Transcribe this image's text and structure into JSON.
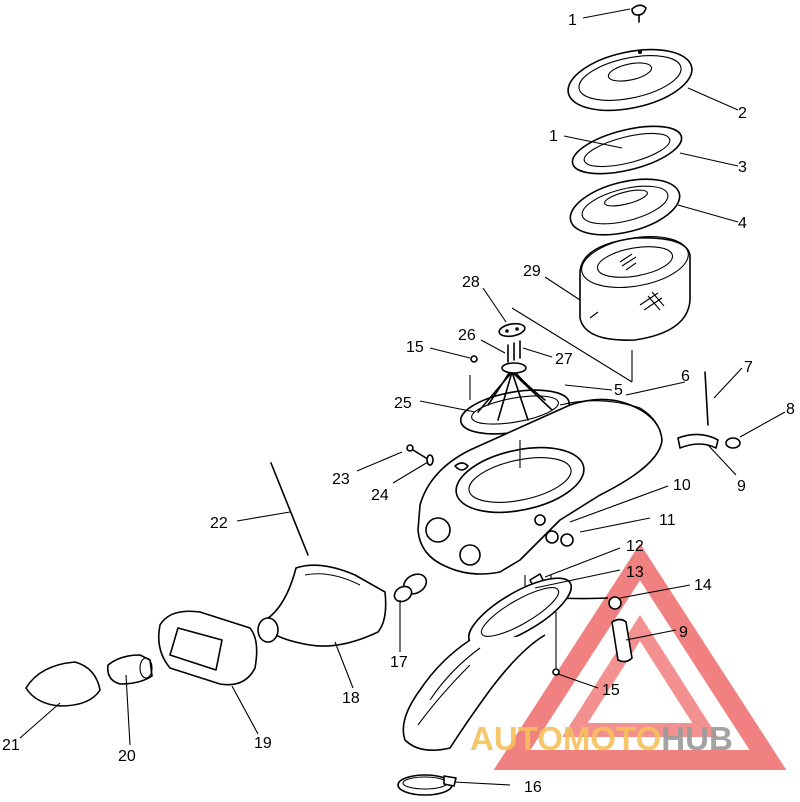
{
  "callouts": [
    {
      "id": "c1a",
      "text": "1"
    },
    {
      "id": "c2",
      "text": "2"
    },
    {
      "id": "c1b",
      "text": "1"
    },
    {
      "id": "c3",
      "text": "3"
    },
    {
      "id": "c4",
      "text": "4"
    },
    {
      "id": "c29",
      "text": "29"
    },
    {
      "id": "c28",
      "text": "28"
    },
    {
      "id": "c26",
      "text": "26"
    },
    {
      "id": "c15a",
      "text": "15"
    },
    {
      "id": "c27",
      "text": "27"
    },
    {
      "id": "c5",
      "text": "5"
    },
    {
      "id": "c6",
      "text": "6"
    },
    {
      "id": "c7",
      "text": "7"
    },
    {
      "id": "c8",
      "text": "8"
    },
    {
      "id": "c25",
      "text": "25"
    },
    {
      "id": "c9a",
      "text": "9"
    },
    {
      "id": "c23",
      "text": "23"
    },
    {
      "id": "c24",
      "text": "24"
    },
    {
      "id": "c10",
      "text": "10"
    },
    {
      "id": "c11",
      "text": "11"
    },
    {
      "id": "c22",
      "text": "22"
    },
    {
      "id": "c12",
      "text": "12"
    },
    {
      "id": "c13",
      "text": "13"
    },
    {
      "id": "c14",
      "text": "14"
    },
    {
      "id": "c9b",
      "text": "9"
    },
    {
      "id": "c17",
      "text": "17"
    },
    {
      "id": "c15b",
      "text": "15"
    },
    {
      "id": "c18",
      "text": "18"
    },
    {
      "id": "c19",
      "text": "19"
    },
    {
      "id": "c21",
      "text": "21"
    },
    {
      "id": "c20",
      "text": "20"
    },
    {
      "id": "c16",
      "text": "16"
    }
  ],
  "watermark": {
    "word1": "AUTOMOTO",
    "word2": "HUB",
    "color1": "#f5c05c",
    "color2": "#9a9a9a",
    "triangle_color": "#ef6b6b"
  }
}
